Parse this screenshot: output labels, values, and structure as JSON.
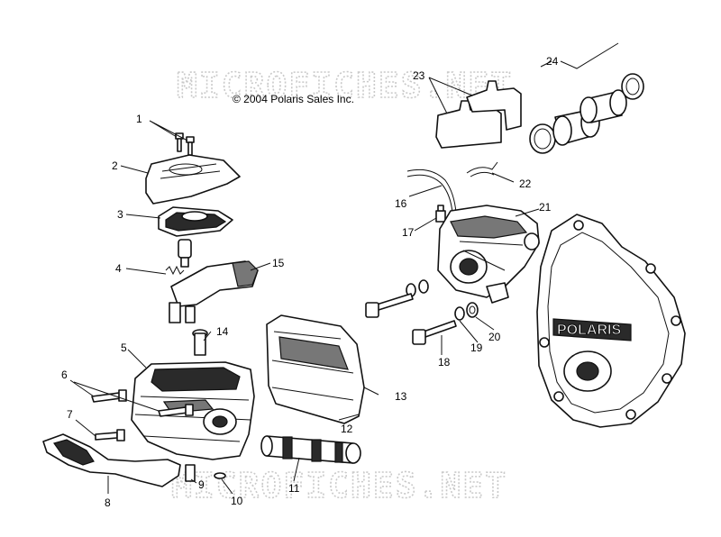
{
  "copyright": "© 2004 Polaris Sales Inc.",
  "watermark": "MICROFICHES.NET",
  "cover_brand": "POLARIS",
  "callouts": [
    "1",
    "2",
    "3",
    "4",
    "5",
    "6",
    "7",
    "8",
    "9",
    "10",
    "11",
    "12",
    "13",
    "14",
    "15",
    "16",
    "17",
    "18",
    "19",
    "20",
    "21",
    "22",
    "23",
    "24"
  ]
}
